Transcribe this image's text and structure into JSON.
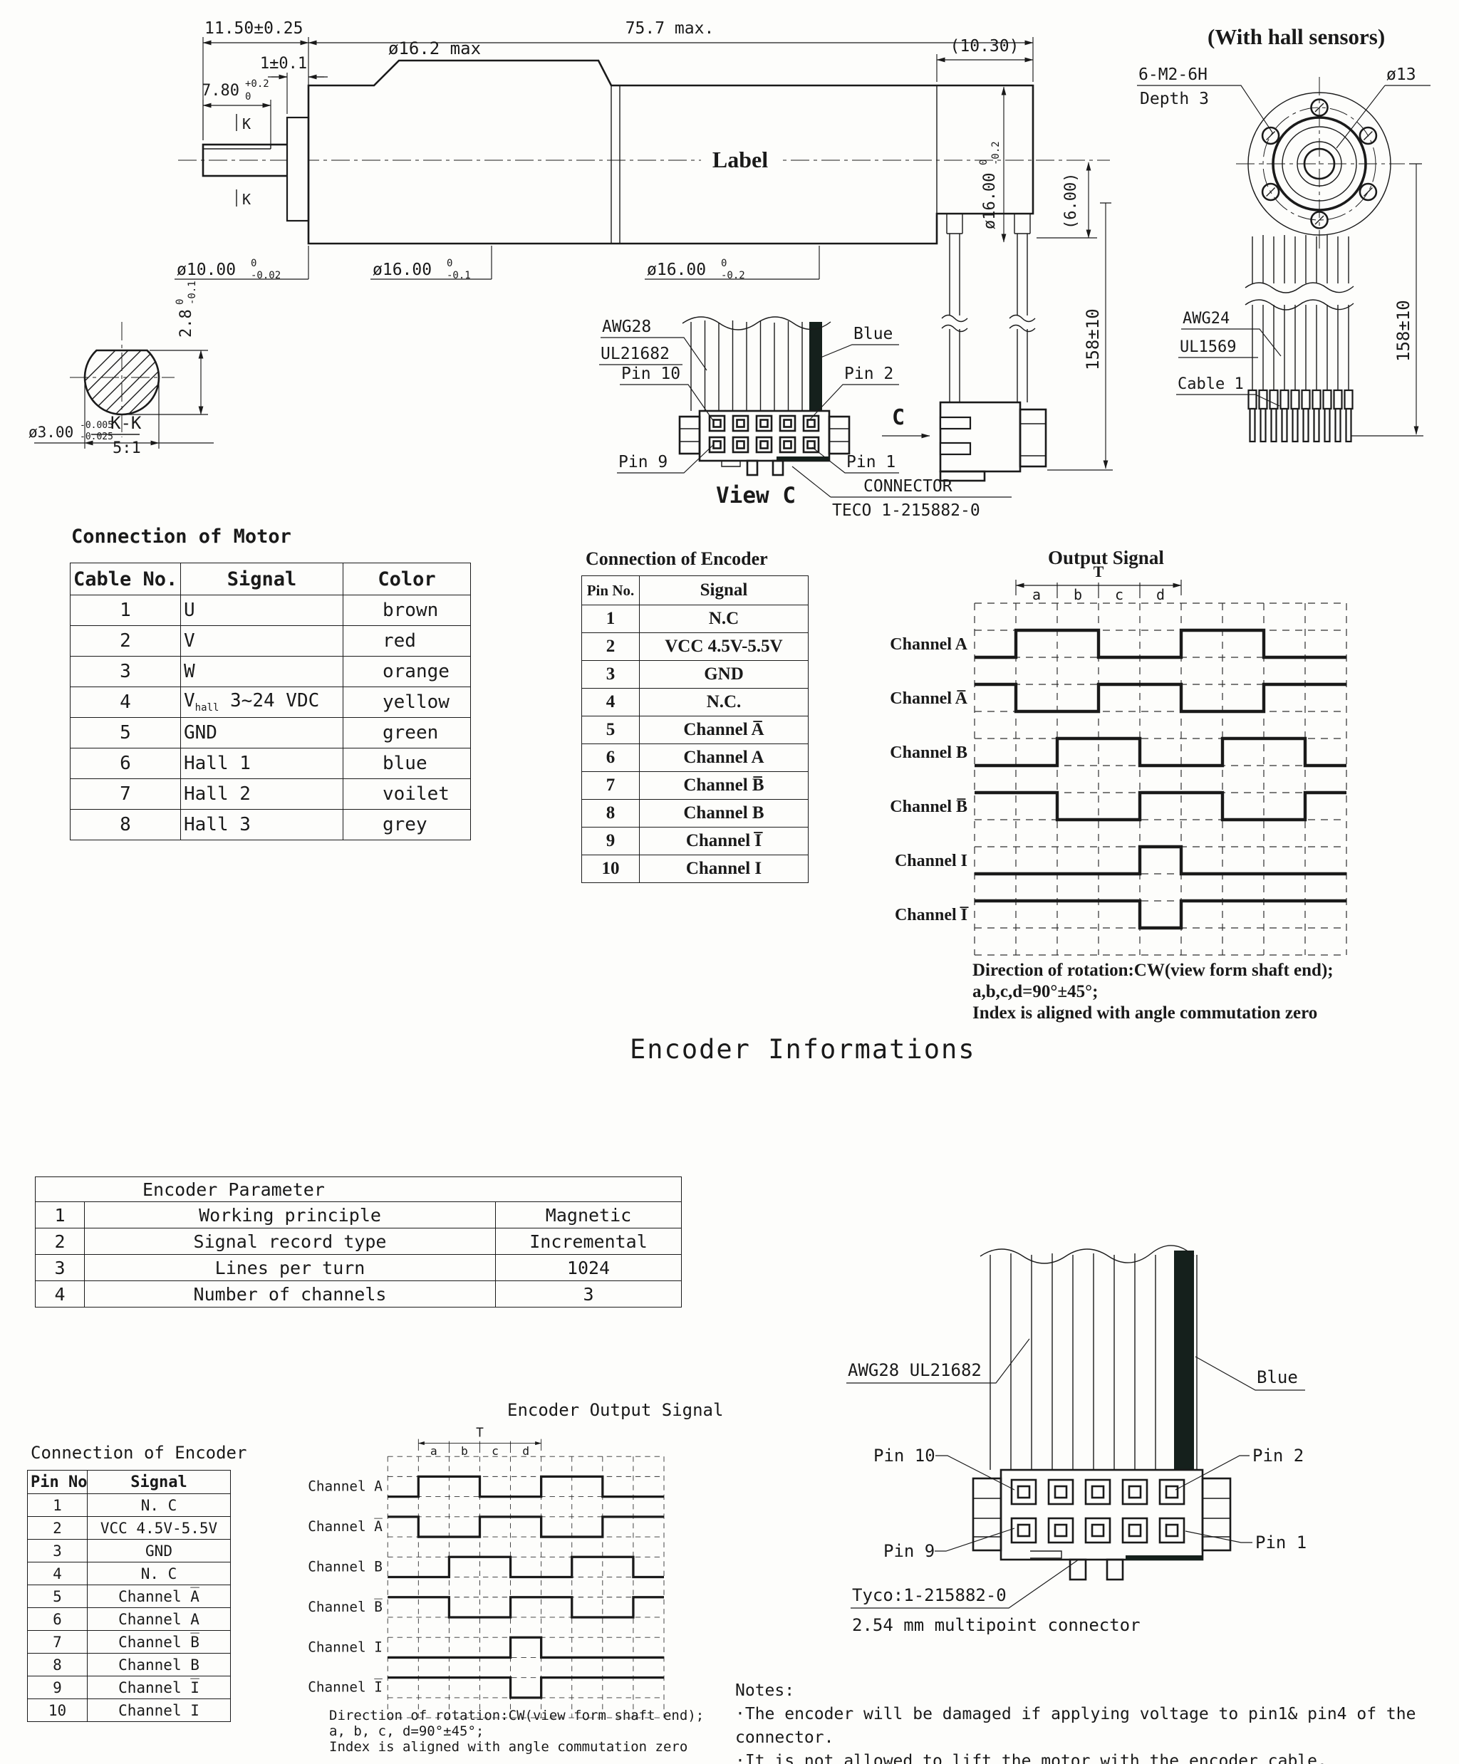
{
  "top": {
    "dims": {
      "d11_50": "11.50±0.25",
      "d75_7": "75.7 max.",
      "d1_01": "1±0.1",
      "d16_2": "ø16.2 max",
      "d10_30": "(10.30)",
      "d7_80": {
        "main": "7.80",
        "sup": "+0.2",
        "sub": "0"
      },
      "d10_00": {
        "main": "ø10.00",
        "sup": "0",
        "sub": "-0.02"
      },
      "d16_00_01": {
        "main": "ø16.00",
        "sup": "0",
        "sub": "-0.1"
      },
      "d16_00_02": {
        "main": "ø16.00",
        "sup": "0",
        "sub": "-0.2"
      },
      "d16_00_02_rot": {
        "main": "ø16.00",
        "sup": "0",
        "sub": "-0.2"
      },
      "d6_00": "(6.00)",
      "d2_8": {
        "main": "2.8",
        "sup": "0",
        "sub": "-0.1"
      },
      "d3_00": {
        "main": "ø3.00",
        "sup": "-0.005",
        "sub": "-0.025"
      },
      "d158_left": "158±10",
      "d158_right": "158±10",
      "label": "Label",
      "k_top": "K",
      "k_bottom": "K",
      "kk": "K-K",
      "kk_scale": "5:1",
      "with_hall": "(With hall sensors)",
      "m2": "6-M2-6H",
      "depth": "Depth 3",
      "d13": "ø13",
      "awg28": "AWG28",
      "ul21682": "UL21682",
      "blue": "Blue",
      "pin10": "Pin 10",
      "pin2": "Pin 2",
      "pin9": "Pin 9",
      "pin1": "Pin 1",
      "view_c": "View C",
      "connector": "CONNECTOR",
      "teco": "TECO 1-215882-0",
      "awg24": "AWG24",
      "ul1569": "UL1569",
      "cable1": "Cable 1",
      "c_arrow": "C"
    }
  },
  "motor_table": {
    "title": "Connection of Motor",
    "headers": [
      "Cable No.",
      "Signal",
      "Color"
    ],
    "rows": [
      {
        "no": "1",
        "signal": "U",
        "color": "brown"
      },
      {
        "no": "2",
        "signal": "V",
        "color": "red"
      },
      {
        "no": "3",
        "signal": "W",
        "color": "orange"
      },
      {
        "no": "4",
        "signal_main": "V",
        "signal_sub": "hall",
        "signal_rest": " 3~24 VDC",
        "color": "yellow"
      },
      {
        "no": "5",
        "signal": "GND",
        "color": "green"
      },
      {
        "no": "6",
        "signal": "Hall 1",
        "color": "blue"
      },
      {
        "no": "7",
        "signal": "Hall 2",
        "color": "voilet"
      },
      {
        "no": "8",
        "signal": "Hall 3",
        "color": "grey"
      }
    ]
  },
  "encoder_table": {
    "title": "Connection of Encoder",
    "headers": [
      "Pin No.",
      "Signal"
    ],
    "rows": [
      {
        "no": "1",
        "signal": "N.C"
      },
      {
        "no": "2",
        "signal": "VCC 4.5V-5.5V"
      },
      {
        "no": "3",
        "signal": "GND"
      },
      {
        "no": "4",
        "signal": "N.C."
      },
      {
        "no": "5",
        "signal": "Channel A̅"
      },
      {
        "no": "6",
        "signal": "Channel A"
      },
      {
        "no": "7",
        "signal": "Channel B̅"
      },
      {
        "no": "8",
        "signal": "Channel B"
      },
      {
        "no": "9",
        "signal": "Channel I̅"
      },
      {
        "no": "10",
        "signal": "Channel I"
      }
    ]
  },
  "output_signal": {
    "title": "Output Signal",
    "t_label": "T",
    "seg_labels": [
      "a",
      "b",
      "c",
      "d"
    ],
    "channels": [
      "Channel A",
      "Channel A̅",
      "Channel B",
      "Channel B̅",
      "Channel I",
      "Channel I̅"
    ],
    "pattern_units": {
      "A": "low1 high2 low2 high2 low2",
      "B": "low2 high2 low2 high2 low1",
      "I": "low4 high1(index at d) low4"
    },
    "notes": [
      "Direction of rotation:CW(view form shaft end);",
      "a,b,c,d=90°±45°;",
      "Index is aligned with angle commutation zero"
    ]
  },
  "encoder_info": {
    "heading": "Encoder Informations"
  },
  "param_table": {
    "title": "Encoder Parameter",
    "rows": [
      {
        "no": "1",
        "name": "Working principle",
        "value": "Magnetic"
      },
      {
        "no": "2",
        "name": "Signal record type",
        "value": "Incremental"
      },
      {
        "no": "3",
        "name": "Lines per turn",
        "value": "1024"
      },
      {
        "no": "4",
        "name": "Number of channels",
        "value": "3"
      }
    ]
  },
  "encoder_table2": {
    "title": "Connection of Encoder",
    "headers": [
      "Pin No.",
      "Signal"
    ],
    "rows": [
      {
        "no": "1",
        "signal": "N. C"
      },
      {
        "no": "2",
        "signal": "VCC 4.5V-5.5V"
      },
      {
        "no": "3",
        "signal": "GND"
      },
      {
        "no": "4",
        "signal": "N. C"
      },
      {
        "no": "5",
        "signal": "Channel A̅"
      },
      {
        "no": "6",
        "signal": "Channel A"
      },
      {
        "no": "7",
        "signal": "Channel B̅"
      },
      {
        "no": "8",
        "signal": "Channel B"
      },
      {
        "no": "9",
        "signal": "Channel I̅"
      },
      {
        "no": "10",
        "signal": "Channel I"
      }
    ]
  },
  "encoder_output": {
    "title": "Encoder Output Signal",
    "t_label": "T",
    "seg_labels": [
      "a",
      "b",
      "c",
      "d"
    ],
    "channels": [
      "Channel A",
      "Channel A̅",
      "Channel B",
      "Channel B̅",
      "Channel I",
      "Channel I̅"
    ],
    "notes": [
      "Direction of rotation:CW(view form shaft end);",
      "a, b, c, d=90°±45°;",
      "Index is aligned with angle commutation zero"
    ]
  },
  "connector_fig": {
    "awg": "AWG28 UL21682",
    "blue": "Blue",
    "pin10": "Pin 10",
    "pin2": "Pin 2",
    "pin9": "Pin 9",
    "pin1": "Pin 1",
    "tyco": "Tyco:1-215882-0",
    "desc": "2.54 mm multipoint connector"
  },
  "notes": {
    "title": "Notes:",
    "items": [
      "·The encoder will be damaged if applying voltage to pin1& pin4 of the connector.",
      "·It is not allowed to lift the motor with the encoder cable."
    ]
  }
}
